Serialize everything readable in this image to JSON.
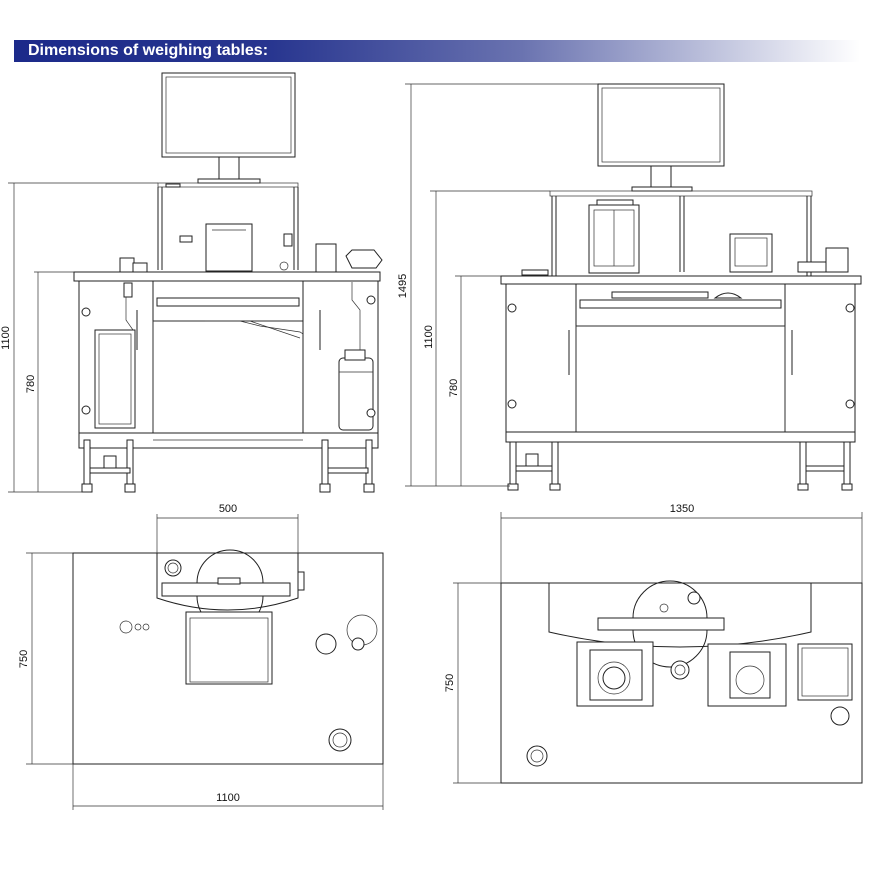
{
  "header": {
    "title": "Dimensions of weighing tables:"
  },
  "dimensions": {
    "left_front_height_total": "1100",
    "left_front_height_table": "780",
    "right_front_height_monitor": "1495",
    "right_front_height_total": "1100",
    "right_front_height_table": "780",
    "left_top_width_partial": "500",
    "left_top_depth": "750",
    "left_top_width": "1100",
    "right_top_width": "1350",
    "right_top_depth": "750"
  },
  "colors": {
    "banner_start": "#1c2a8a",
    "banner_end": "#ffffff",
    "line": "#222222"
  }
}
